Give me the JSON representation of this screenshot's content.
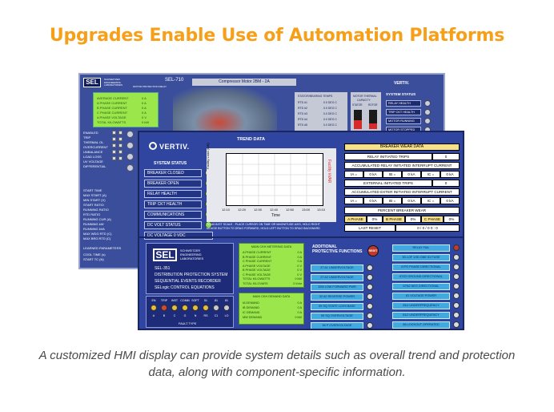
{
  "headline": "Upgrades Enable Use of Automation Platforms",
  "caption": "A customized HMI display can provide system details such as overall trend and protection data, along with component-specific information.",
  "back_panel": {
    "logo": "SEL",
    "model": "SEL-710",
    "motor_title": "Compressor Motor 2BM - 2A",
    "vertiv": "VERTIV.",
    "system_status_head": "SYSTEM STATUS",
    "status_items": [
      "RELAY HEALTH",
      "TRIP CKT HEALTH",
      "MOTOR RUNNING",
      "MOTOR STOPPED"
    ],
    "left_status": [
      "ENABLED",
      "TRIP",
      "THERMAL OL",
      "OVERCURRENT",
      "UNBALANCE",
      "LOAD LOSS",
      "UV VOLTAGE",
      "DIFFERENTIAL"
    ],
    "capacity_labels": [
      "MOTOR THERMAL",
      "CAPACITY",
      "STATOR",
      "ROTOR"
    ],
    "capacity_levels": [
      0.45,
      0.3
    ],
    "rtd_labels": [
      "RTD #1",
      "RTD #2",
      "RTD #3",
      "RTD #4",
      "RTD #5"
    ]
  },
  "front_panel": {
    "vertiv": "VERTIV.",
    "system_status_head": "SYSTEM STATUS",
    "status_rows": [
      {
        "label": "BREAKER CLOSED",
        "led": "gray"
      },
      {
        "label": "BREAKER OPEN",
        "led": "green"
      },
      {
        "label": "RELAY HEALTH",
        "led": "green"
      },
      {
        "label": "TRIP CKT HEALTH",
        "led": "green"
      },
      {
        "label": "COMMUNICATIONS",
        "led": "green"
      },
      {
        "label": "DC VOLT STATUS",
        "led": "green"
      },
      {
        "label": "DC VOLTAGE      0 VDC",
        "led": "none"
      }
    ],
    "trend": {
      "title": "TREND DATA",
      "ylabel_left": "Facility Load (KW)",
      "ylabel_right": "Facility kVAR",
      "xlabel": "Time",
      "xticks": [
        "12:10",
        "12:20",
        "12:30",
        "12:40",
        "12:50",
        "13:00",
        "13:10"
      ],
      "note": "TO ADJUST SCALE - PLACE CURSOR ON TIME OR MAGNITUDE AXIS, HOLD RIGHT MOUSE BUTTON TO DRAG FORWARD, HOLD LEFT BUTTON TO DRAG BACKWARD"
    },
    "breaker_wear": {
      "title": "BREAKER WEAR DATA",
      "relay_trips_label": "RELAY INITIATED TRIPS",
      "relay_trips_value": "0",
      "accum_relay": "ACCUMULATED RELAY INITIATED INTERRUPT CURRENT",
      "phase_row_1": [
        "IA =",
        "0 kA",
        "IB =",
        "0 kA",
        "IC =",
        "0 kA"
      ],
      "ext_trips_label": "EXTERNAL INITIATED TRIPS",
      "ext_trips_value": "0",
      "accum_ext": "ACCUMULATED EXTER INITIATED INTERRUPT CURRENT",
      "phase_row_2": [
        "IA =",
        "0 kA",
        "IB =",
        "0 kA",
        "IC =",
        "0 kA"
      ],
      "percent_wear": "PERCENT BREAKER WEAR",
      "wear_row": [
        "A PHASE",
        "0%",
        "B PHASE",
        "0%",
        "C PHASE",
        "0%"
      ],
      "last_reset_label": "LAST RESET",
      "last_reset_value": "0 / 0 / 0        0 : 0"
    },
    "sel": {
      "logo": "SEL",
      "company": [
        "SCHWEITZER",
        "ENGINEERING",
        "LABORATORIES"
      ],
      "lines": [
        "SEL-351",
        "DISTRIBUTION PROTECTION SYSTEM",
        "SEQUENTIAL EVENTS RECORDER",
        "SELogic CONTROL EQUATIONS"
      ]
    },
    "fault": {
      "top_labels": [
        "EN",
        "TRIP",
        "INST",
        "COMM",
        "SOFT",
        "51",
        "81",
        "81"
      ],
      "bottom_labels": [
        "A",
        "B",
        "C",
        "G",
        "N",
        "RS",
        "C1",
        "LO"
      ],
      "leds": [
        "yellow",
        "red",
        "yellow",
        "yellow",
        "yellow",
        "yellow",
        "gray",
        "gray"
      ],
      "footer": "FAULT TYPE"
    },
    "metering": {
      "title": "MAIN CKH METERING DATA",
      "rows": [
        [
          "A PHASE CURRENT",
          "0 A"
        ],
        [
          "B PHASE CURRENT",
          "0 A"
        ],
        [
          "C PHASE CURRENT",
          "0 A"
        ],
        [
          "A PHASE VOLTAGE",
          "0 V"
        ],
        [
          "B PHASE VOLTAGE",
          "0 V"
        ],
        [
          "C PHASE VOLTAGE",
          "0 V"
        ],
        [
          "TOTAL KILOWATTS",
          "0 kW"
        ],
        [
          "TOTAL KILOVARS",
          "0 kVar"
        ]
      ]
    },
    "demand": {
      "title": "MAIN CKH DEMAND DATA",
      "rows": [
        [
          "IA DEMAND",
          "0 A"
        ],
        [
          "IB DEMAND",
          "0 A"
        ],
        [
          "IC DEMAND",
          "0 A"
        ],
        [
          "MW DEMAND",
          "0 kW"
        ]
      ]
    },
    "protection": {
      "title_1": "ADDITIONAL",
      "title_2": "PROTECTIVE FUNCTIONS",
      "reset": "RESET",
      "left_buttons": [
        "27 A1 UNDERVOLTAGE",
        "27 A2 UNDERVOLTAGE",
        "32M LOW FORWARD PWR",
        "32 A2 REVERSE POWER",
        "59 SQ STATE LO/HI BASE",
        "59 SQ OVERVOLTAGE",
        "59 P OVERVOLTAGE"
      ],
      "right_buttons": [
        "RELAY FAIL",
        "50 LOF 1/50 ONE 51 FUSE",
        "67P2 PHASE DIRECTIONAL",
        "67G2 GROUND DIRECTIONAL",
        "67N2 NEG DIRECTIONAL",
        "81 VOLTAGE POWER",
        "81U UNDERFREQUENCY",
        "81O UNDERFREQUENCY",
        "86 LOCKOUT OPERATED"
      ]
    }
  }
}
